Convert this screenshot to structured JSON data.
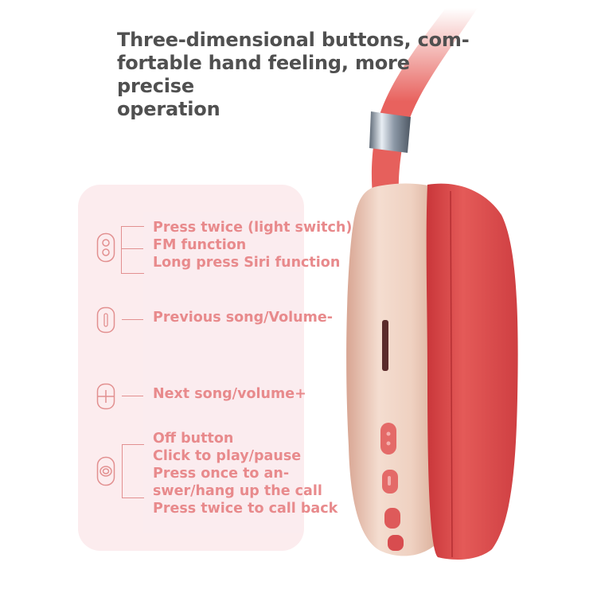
{
  "headline": "Three-dimensional buttons, comfortable hand feeling, more precise operation",
  "headline_lines": [
    "Three-dimensional buttons, com-",
    "fortable hand feeling, more precise",
    "operation"
  ],
  "colors": {
    "headline_text": "#505050",
    "label_text": "#e88a8c",
    "panel_bg": "#fcecee",
    "headband": "#e8625e",
    "earcup_shell": "#e9c3b0",
    "cushion": "#d9464a",
    "metal": "#9aa6b4"
  },
  "buttons": [
    {
      "icon": "dual-dot-button-icon",
      "lines": [
        "Press twice (light switch)",
        "FM function",
        "Long press Siri function"
      ]
    },
    {
      "icon": "minus-button-icon",
      "lines": [
        "Previous song/Volume-"
      ]
    },
    {
      "icon": "plus-button-icon",
      "lines": [
        "Next song/volume+"
      ]
    },
    {
      "icon": "power-button-icon",
      "lines": [
        "Off button",
        "Click to play/pause",
        "Press once to an-",
        "swer/hang up the call",
        "Press twice to call back"
      ]
    }
  ]
}
